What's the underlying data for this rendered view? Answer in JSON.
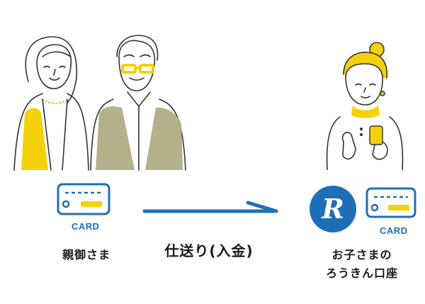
{
  "parents": {
    "label": "親御さま",
    "card_label": "CARD"
  },
  "transfer": {
    "label": "仕送り(入金)"
  },
  "child": {
    "label_line1": "お子さまの",
    "label_line2": "ろうきん口座",
    "card_label": "CARD",
    "logo_letter": "R"
  },
  "colors": {
    "brand_blue": "#1f6fb8",
    "accent_yellow": "#f4d10a",
    "olive": "#b3b08a",
    "ink": "#333333"
  }
}
